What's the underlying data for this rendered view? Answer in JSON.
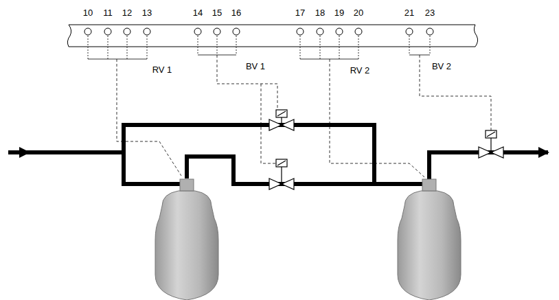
{
  "diagram": {
    "labels": [
      "10",
      "11",
      "12",
      "13",
      "14",
      "15",
      "16",
      "17",
      "18",
      "19",
      "20",
      "21",
      "23",
      "RV 1",
      "BV 1",
      "RV 2",
      "BV 2"
    ]
  }
}
